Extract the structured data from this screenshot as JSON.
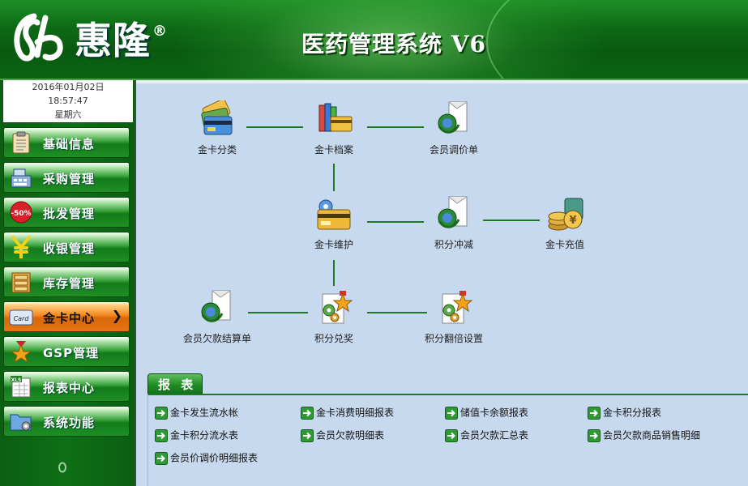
{
  "header": {
    "brand": "惠隆",
    "reg_mark": "®",
    "system_title": "医药管理系统 V6",
    "logo_icon": "hl-script-logo-icon"
  },
  "datetime": {
    "date": "2016年01月02日",
    "time": "18:57:47",
    "weekday": "星期六"
  },
  "sidebar": {
    "items": [
      {
        "label": "基础信息",
        "icon": "clipboard-icon"
      },
      {
        "label": "采购管理",
        "icon": "cash-register-icon"
      },
      {
        "label": "批发管理",
        "icon": "discount-tag-icon"
      },
      {
        "label": "收银管理",
        "icon": "yen-icon"
      },
      {
        "label": "库存管理",
        "icon": "drawer-icon"
      },
      {
        "label": "金卡中心",
        "icon": "card-icon",
        "badge": "Card",
        "chevron": "❯",
        "active": true
      },
      {
        "label": "GSP管理",
        "icon": "star-medal-icon"
      },
      {
        "label": "报表中心",
        "icon": "xls-sheet-icon",
        "badge": "XLS"
      },
      {
        "label": "系统功能",
        "icon": "folder-gear-icon"
      }
    ]
  },
  "flow": {
    "nodes": [
      {
        "label": "金卡分类",
        "icon": "credit-cards-icon"
      },
      {
        "label": "金卡档案",
        "icon": "card-archive-icon"
      },
      {
        "label": "会员调价单",
        "icon": "globe-document-icon"
      },
      {
        "label": "金卡维护",
        "icon": "card-gear-icon"
      },
      {
        "label": "积分冲减",
        "icon": "globe-document-icon"
      },
      {
        "label": "金卡充值",
        "icon": "coins-icon"
      },
      {
        "label": "会员欠款结算单",
        "icon": "globe-document-icon"
      },
      {
        "label": "积分兑奖",
        "icon": "gear-star-document-icon"
      },
      {
        "label": "积分翻倍设置",
        "icon": "gear-star-document-icon"
      }
    ]
  },
  "reports": {
    "title": "报 表",
    "links": [
      "金卡发生流水帐",
      "金卡消费明细报表",
      "储值卡余额报表",
      "金卡积分报表",
      "金卡积分流水表",
      "会员欠款明细表",
      "会员欠款汇总表",
      "会员欠款商品销售明细",
      "会员价调价明细报表"
    ]
  },
  "colors": {
    "header_green": "#0c6a14",
    "sidebar_active": "#f4891f",
    "main_bg": "#c6d9ef",
    "link_line": "#1e7a1e"
  }
}
